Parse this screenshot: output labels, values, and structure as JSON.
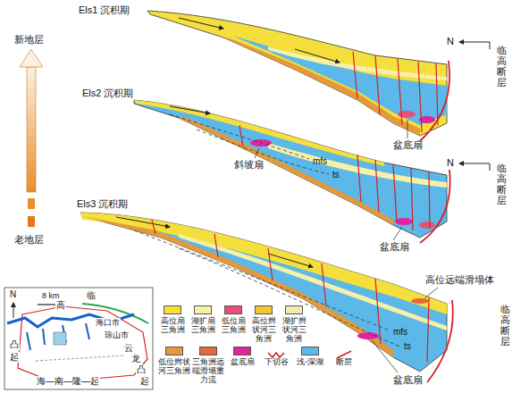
{
  "diagram": {
    "labels": [
      "Els1 沉积期",
      "N",
      "临高断层",
      "盆底扇",
      "新地层",
      "Els2 沉积期",
      "斜坡扇",
      "mfs",
      "ts",
      "N",
      "临高断层",
      "盆底扇",
      "老地层",
      "Els3 沉积期",
      "高位远端滑塌体",
      "mfs",
      "ts",
      "临高断层",
      "盆底扇",
      "N",
      "8 km",
      "临",
      "高",
      "海口市",
      "琼山市",
      "凸",
      "起",
      "云",
      "龙",
      "凸",
      "起",
      "海—南—隆—起"
    ],
    "legend": [
      {
        "text": "高位扇三角洲",
        "color": "#f4df3c"
      },
      {
        "text": "湖扩扇三角洲",
        "color": "#f9f0a8"
      },
      {
        "text": "低位扇三角洲",
        "color": "#e8507a"
      },
      {
        "text": "高位辫状河三角洲",
        "color": "#f0c832"
      },
      {
        "text": "湖扩辫状河三角洲",
        "color": "#f6e9b0"
      },
      {
        "text": "低位辫状河三角洲",
        "color": "#e39a3a"
      },
      {
        "text": "三角洲远端滑塌重力流",
        "color": "#e06a3a"
      },
      {
        "text": "盆底扇",
        "color": "#e0249c"
      },
      {
        "text": "下切谷"
      },
      {
        "text": "浅-深湖",
        "color": "#5bb8e8"
      },
      {
        "text": "断层"
      }
    ]
  }
}
